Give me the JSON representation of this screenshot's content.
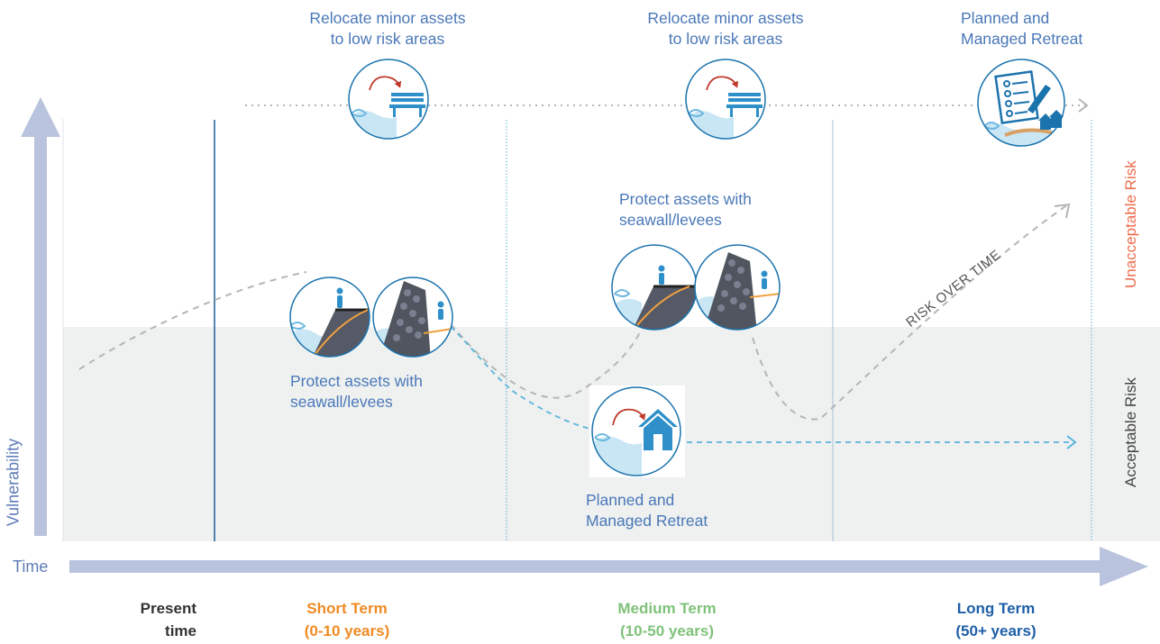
{
  "axes": {
    "y_label": "Vulnerability",
    "x_label": "Time"
  },
  "zones": {
    "unacceptable": "Unacceptable Risk",
    "acceptable": "Acceptable Risk"
  },
  "phases": [
    {
      "line1": "Present",
      "line2": "time",
      "color": "#333333"
    },
    {
      "line1": "Short Term",
      "line2": "(0-10 years)",
      "color": "#f08a24"
    },
    {
      "line1": "Medium Term",
      "line2": "(10-50 years)",
      "color": "#7fc27a"
    },
    {
      "line1": "Long Term",
      "line2": "(50+ years)",
      "color": "#1f5fa8"
    }
  ],
  "labels": {
    "relocate_short": {
      "line1": "Relocate minor assets",
      "line2": "to low risk areas"
    },
    "relocate_medium": {
      "line1": "Relocate minor assets",
      "line2": "to low risk areas"
    },
    "retreat_long": {
      "line1": "Planned and",
      "line2": "Managed Retreat"
    },
    "protect_medium": {
      "line1": "Protect assets with",
      "line2": "seawall/levees"
    },
    "protect_short": {
      "line1": "Protect assets with",
      "line2": "seawall/levees"
    },
    "retreat_medium": {
      "line1": "Planned and",
      "line2": "Managed Retreat"
    }
  },
  "risk_label": "RISK OVER TIME",
  "colors": {
    "accent_blue": "#4a78b8",
    "axis_arrow": "#b9c3dd",
    "acceptable_zone": "#eff1f1",
    "unacceptable_text": "#ee6c4d",
    "acceptable_text": "#444444",
    "path_grey": "#b5b5b5",
    "path_blue": "#5ab3dc",
    "circle_stroke": "#1b73ad",
    "arrow_red": "#c0392b"
  },
  "icons": [
    "curved-arrow-icon",
    "bench-icon",
    "house-icon",
    "seawall-icon",
    "person-icon",
    "checklist-icon",
    "pen-icon",
    "wave-icon"
  ]
}
